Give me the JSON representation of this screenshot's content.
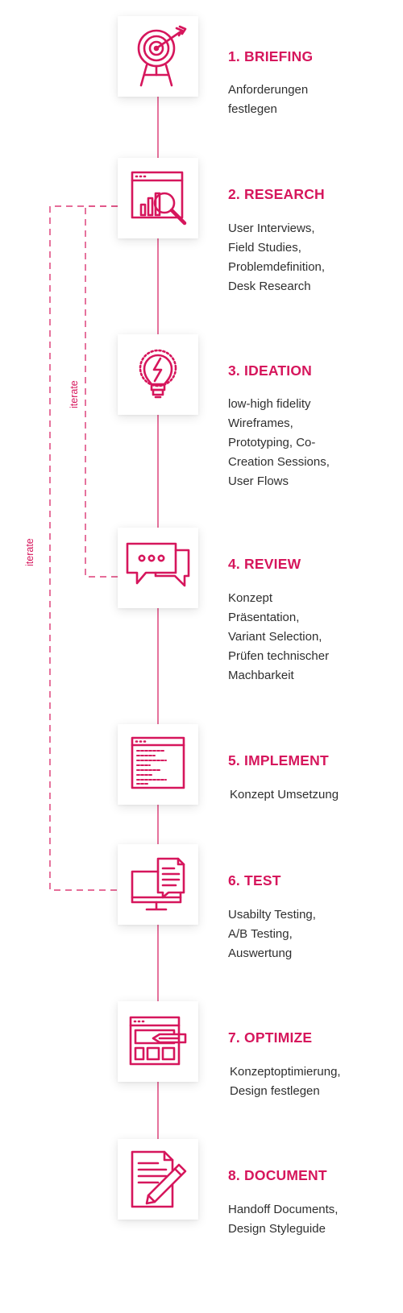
{
  "colors": {
    "accent": "#d6165c",
    "line": "#d6165c",
    "text": "#2f2f2f",
    "card": "#ffffff"
  },
  "iterate_labels": [
    "iterate",
    "iterate"
  ],
  "steps": [
    {
      "title": "1. BRIEFING",
      "icon": "target-icon",
      "description": [
        "Anforderungen",
        "festlegen"
      ]
    },
    {
      "title": "2. RESEARCH",
      "icon": "research-chart-magnifier-icon",
      "description": [
        "User Interviews,",
        "Field Studies,",
        "Problemdefinition,",
        "Desk Research"
      ]
    },
    {
      "title": "3. IDEATION",
      "icon": "lightbulb-icon",
      "description": [
        "low-high fidelity",
        "Wireframes,",
        "Prototyping, Co-",
        "Creation Sessions,",
        "User Flows"
      ]
    },
    {
      "title": "4. REVIEW",
      "icon": "chat-bubbles-icon",
      "description": [
        "Konzept",
        "Präsentation,",
        "Variant Selection,",
        "Prüfen technischer",
        "Machbarkeit"
      ]
    },
    {
      "title": "5. IMPLEMENT",
      "icon": "code-window-icon",
      "description": [
        "Konzept Umsetzung"
      ]
    },
    {
      "title": "6. TEST",
      "icon": "monitor-document-icon",
      "description": [
        "Usabilty Testing,",
        "A/B Testing,",
        "Auswertung"
      ]
    },
    {
      "title": "7. OPTIMIZE",
      "icon": "browser-pencil-icon",
      "description": [
        "Konzeptoptimierung,",
        "Design festlegen"
      ]
    },
    {
      "title": "8. DOCUMENT",
      "icon": "document-pencil-icon",
      "description": [
        "Handoff Documents,",
        "Design Styleguide"
      ]
    }
  ]
}
